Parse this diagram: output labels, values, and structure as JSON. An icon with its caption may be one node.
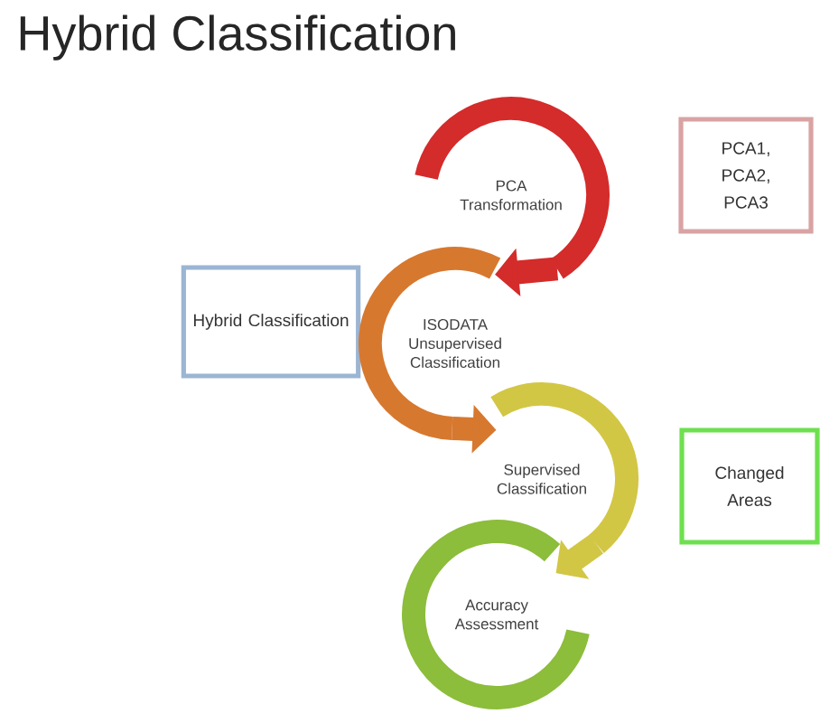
{
  "diagram": {
    "title": "Hybrid Classification",
    "nodes": [
      {
        "text": [
          "PCA Transformation"
        ]
      },
      {
        "text": [
          "PCA1, PCA2, PCA3"
        ]
      },
      {
        "text": [
          "Hybrid Classification"
        ]
      },
      {
        "text": [
          "ISODATA Unsupervised Classification"
        ]
      },
      {
        "text": [
          "Supervised Classification"
        ]
      },
      {
        "text": [
          "Changed Areas"
        ]
      },
      {
        "text": [
          "Accuracy Assessment"
        ]
      }
    ],
    "edges": [
      {
        "from": 0,
        "to": 3,
        "arrow": "to",
        "color": "#d42b2b"
      },
      {
        "from": 3,
        "to": 4,
        "arrow": "to",
        "color": "#d7782f"
      },
      {
        "from": 4,
        "to": 6,
        "arrow": "to",
        "color": "#d2c645"
      }
    ]
  }
}
